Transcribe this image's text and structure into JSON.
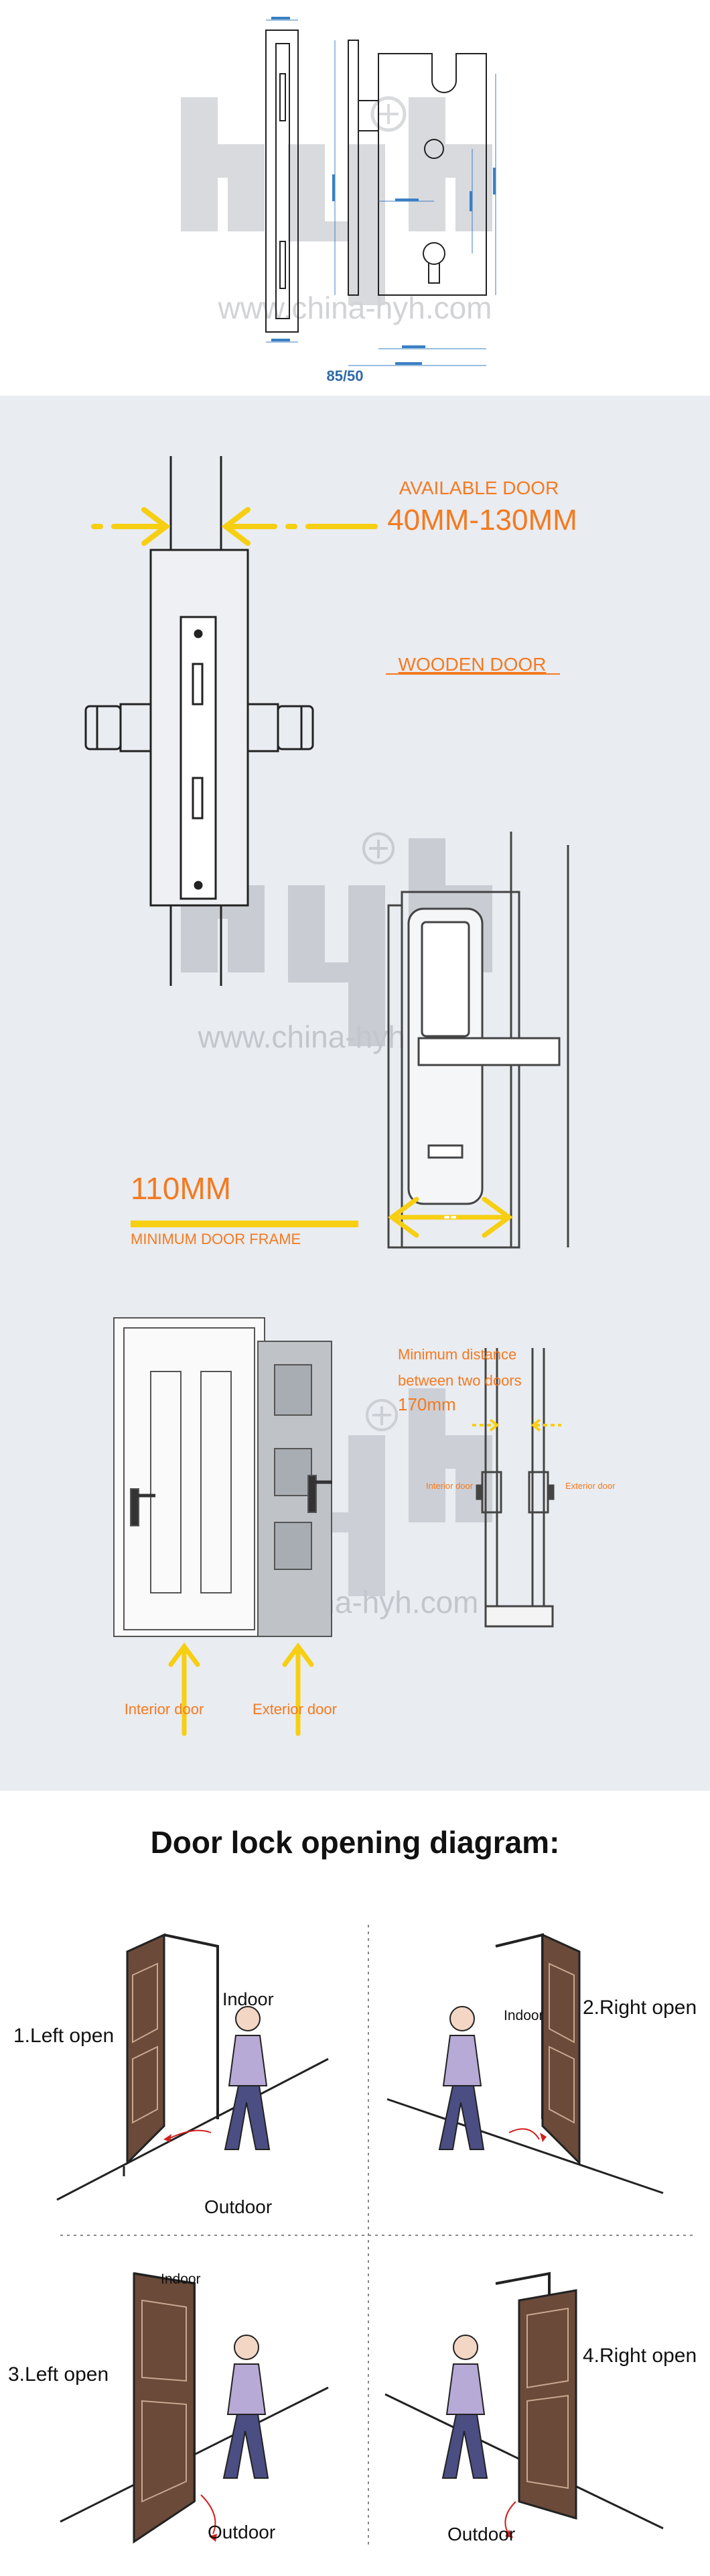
{
  "watermark": {
    "logo_text": "hyh",
    "url": "www.china-hyh.com"
  },
  "section1": {
    "model_label": "85/50"
  },
  "section2": {
    "door_thickness_line1": "AVAILABLE DOOR",
    "door_thickness_line2": "40MM-130MM",
    "door_type": "WOODEN DOOR",
    "frame_size": "110MM",
    "frame_label": "MINIMUM DOOR FRAME"
  },
  "section3": {
    "distance_line1": "Minimum distance",
    "distance_line2": "between two doors",
    "distance_value": "170mm",
    "interior_small": "Interior door",
    "exterior_small": "Exterior door",
    "interior_label": "Interior door",
    "exterior_label": "Exterior door"
  },
  "section4": {
    "title": "Door lock opening diagram:",
    "panels": [
      {
        "caption": "1.Left open",
        "indoor": "Indoor",
        "outdoor": "Outdoor"
      },
      {
        "caption": "2.Right open",
        "indoor": "Indoor",
        "outdoor": ""
      },
      {
        "caption": "3.Left open",
        "indoor": "Indoor",
        "outdoor": "Outdoor"
      },
      {
        "caption": "4.Right open",
        "indoor": "",
        "outdoor": "Outdoor"
      }
    ]
  },
  "colors": {
    "orange": "#f47a20",
    "yellow": "#f7cf12",
    "panel_bg": "#e9ecf1",
    "door_brown": "#6b4a3a",
    "dim_blue": "#3a7fc3"
  }
}
